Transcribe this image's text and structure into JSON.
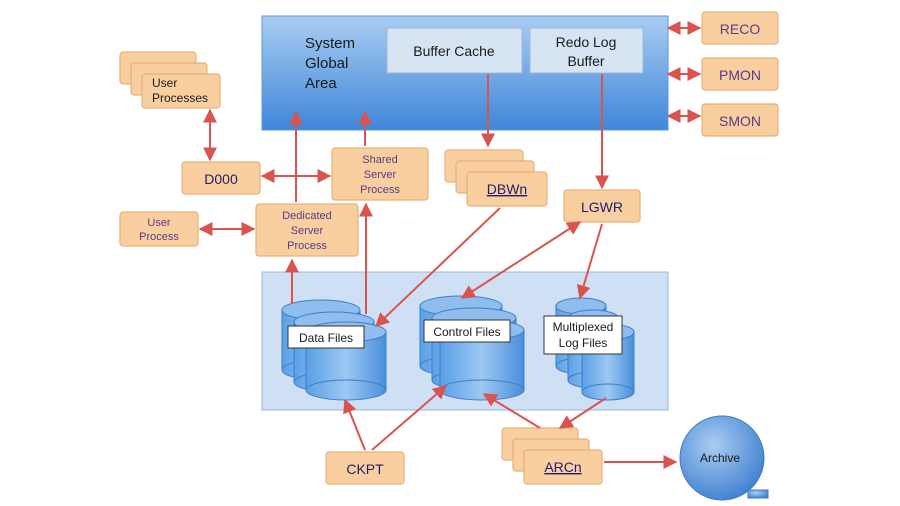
{
  "sga": {
    "title_lines": [
      "System",
      "Global",
      "Area"
    ],
    "buffer_cache": "Buffer Cache",
    "redo_log_buffer_lines": [
      "Redo Log",
      "Buffer"
    ]
  },
  "processes": {
    "reco": "RECO",
    "pmon": "PMON",
    "smon": "SMON",
    "user_processes_lines": [
      "User",
      "Processes"
    ],
    "d000": "D000",
    "shared_server_lines": [
      "Shared",
      "Server",
      "Process"
    ],
    "dbwn": "DBWn",
    "lgwr": "LGWR",
    "user_process_lines": [
      "User",
      "Process"
    ],
    "dedicated_server_lines": [
      "Dedicated",
      "Server",
      "Process"
    ],
    "ckpt": "CKPT",
    "arcn": "ARCn",
    "archive": "Archive"
  },
  "storage": {
    "data_files": "Data Files",
    "control_files": "Control Files",
    "multiplexed_log_files_lines": [
      "Multiplexed",
      "Log Files"
    ]
  },
  "colors": {
    "process_fill": "#f9cfa0",
    "arrow": "#d9534f",
    "sga_blue": "#4a90e2",
    "storage_panel": "#cfe0f5"
  }
}
